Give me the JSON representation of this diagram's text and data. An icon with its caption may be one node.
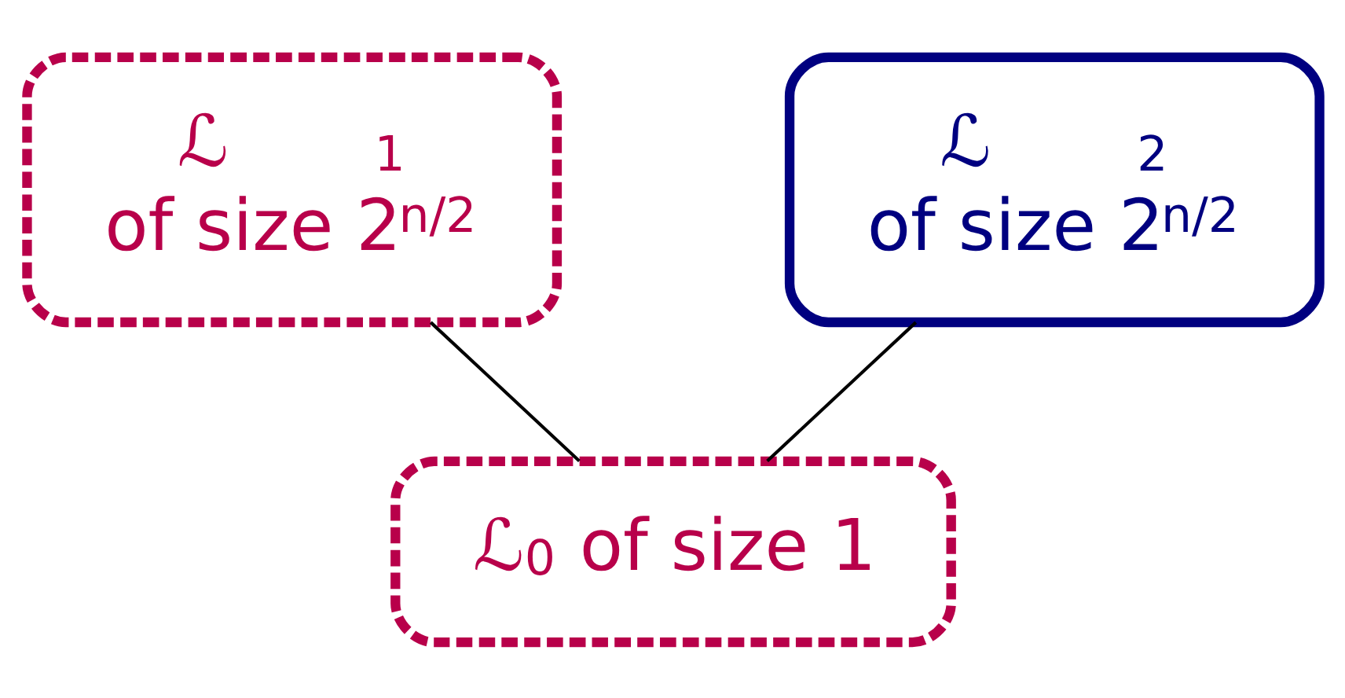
{
  "diagram": {
    "nodes": [
      {
        "text": [
          "ℒ$_{1}$",
          "of size 2$^{n/2}$"
        ]
      },
      {
        "text": [
          "ℒ$_{2}$",
          "of size 2$^{n/2}$"
        ]
      },
      {
        "text": [
          "ℒ$_{0}$ of size 1"
        ]
      }
    ],
    "edges": [
      {
        "from": 0,
        "to": 2,
        "arrow": "none"
      },
      {
        "from": 1,
        "to": 2,
        "arrow": "none"
      }
    ]
  }
}
